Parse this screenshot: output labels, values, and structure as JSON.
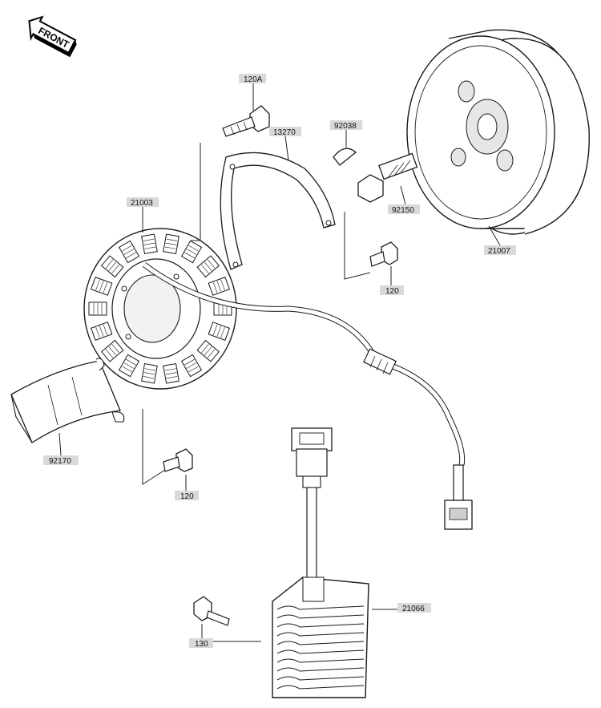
{
  "front_marker": {
    "text": "FRONT"
  },
  "parts": [
    {
      "id": "p120a",
      "label": "120A"
    },
    {
      "id": "p13270",
      "label": "13270"
    },
    {
      "id": "p92038",
      "label": "92038"
    },
    {
      "id": "p21003",
      "label": "21003"
    },
    {
      "id": "p92150",
      "label": "92150"
    },
    {
      "id": "p21007",
      "label": "21007"
    },
    {
      "id": "p120-a",
      "label": "120"
    },
    {
      "id": "p92170",
      "label": "92170"
    },
    {
      "id": "p120-b",
      "label": "120"
    },
    {
      "id": "p21066",
      "label": "21066"
    },
    {
      "id": "p130",
      "label": "130"
    }
  ]
}
